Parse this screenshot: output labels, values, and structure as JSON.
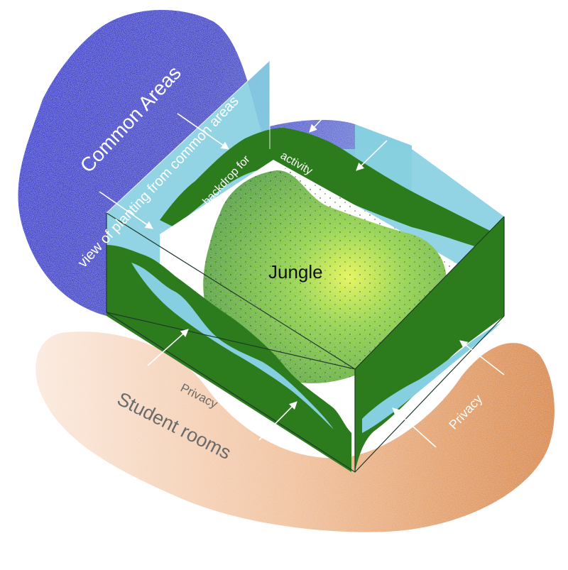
{
  "labels": {
    "common_areas": "Common Areas",
    "view_of_planting": "view of planting from common areas",
    "backdrop_for": "backdrop for",
    "activity": "activity",
    "jungle": "Jungle",
    "privacy_left": "Privacy",
    "student_rooms": "Student rooms",
    "privacy_right": "Privacy"
  },
  "colors": {
    "common_areas_blob": "#3a3fd0",
    "student_rooms_blob": "#e8a070",
    "box_light_blue": "#86cfe0",
    "planting_dark_green": "#2b7a1a",
    "jungle_green": "#6cc02a",
    "jungle_center": "#d8f03a"
  }
}
